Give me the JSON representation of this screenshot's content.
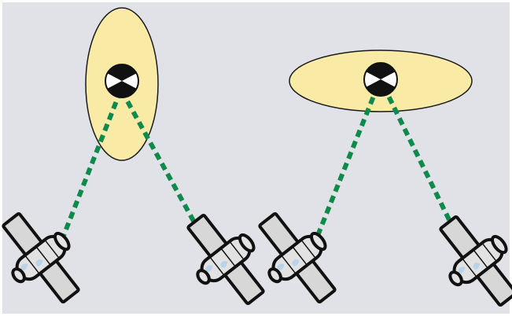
{
  "colors": {
    "background": "#e1e2e7",
    "border": "#ffffff",
    "error_ellipse_fill": "#f9eaa6",
    "error_ellipse_stroke": "#1a1a1a",
    "signal_line": "#0e8a4a",
    "satellite_body": "#e2e2e2",
    "satellite_panel": "#d7d7d7",
    "satellite_outline": "#111111",
    "satellite_highlight": "#b9d4ea",
    "target_black": "#111111",
    "target_white": "#ffffff"
  },
  "icons": {
    "receiver": "target-icon",
    "satellite": "satellite-icon",
    "uncertainty": "error-ellipse"
  },
  "panels": [
    {
      "id": "narrow-geometry",
      "ellipse_orientation": "vertical",
      "satellite_count": 2
    },
    {
      "id": "wide-geometry",
      "ellipse_orientation": "horizontal",
      "satellite_count": 2
    }
  ]
}
